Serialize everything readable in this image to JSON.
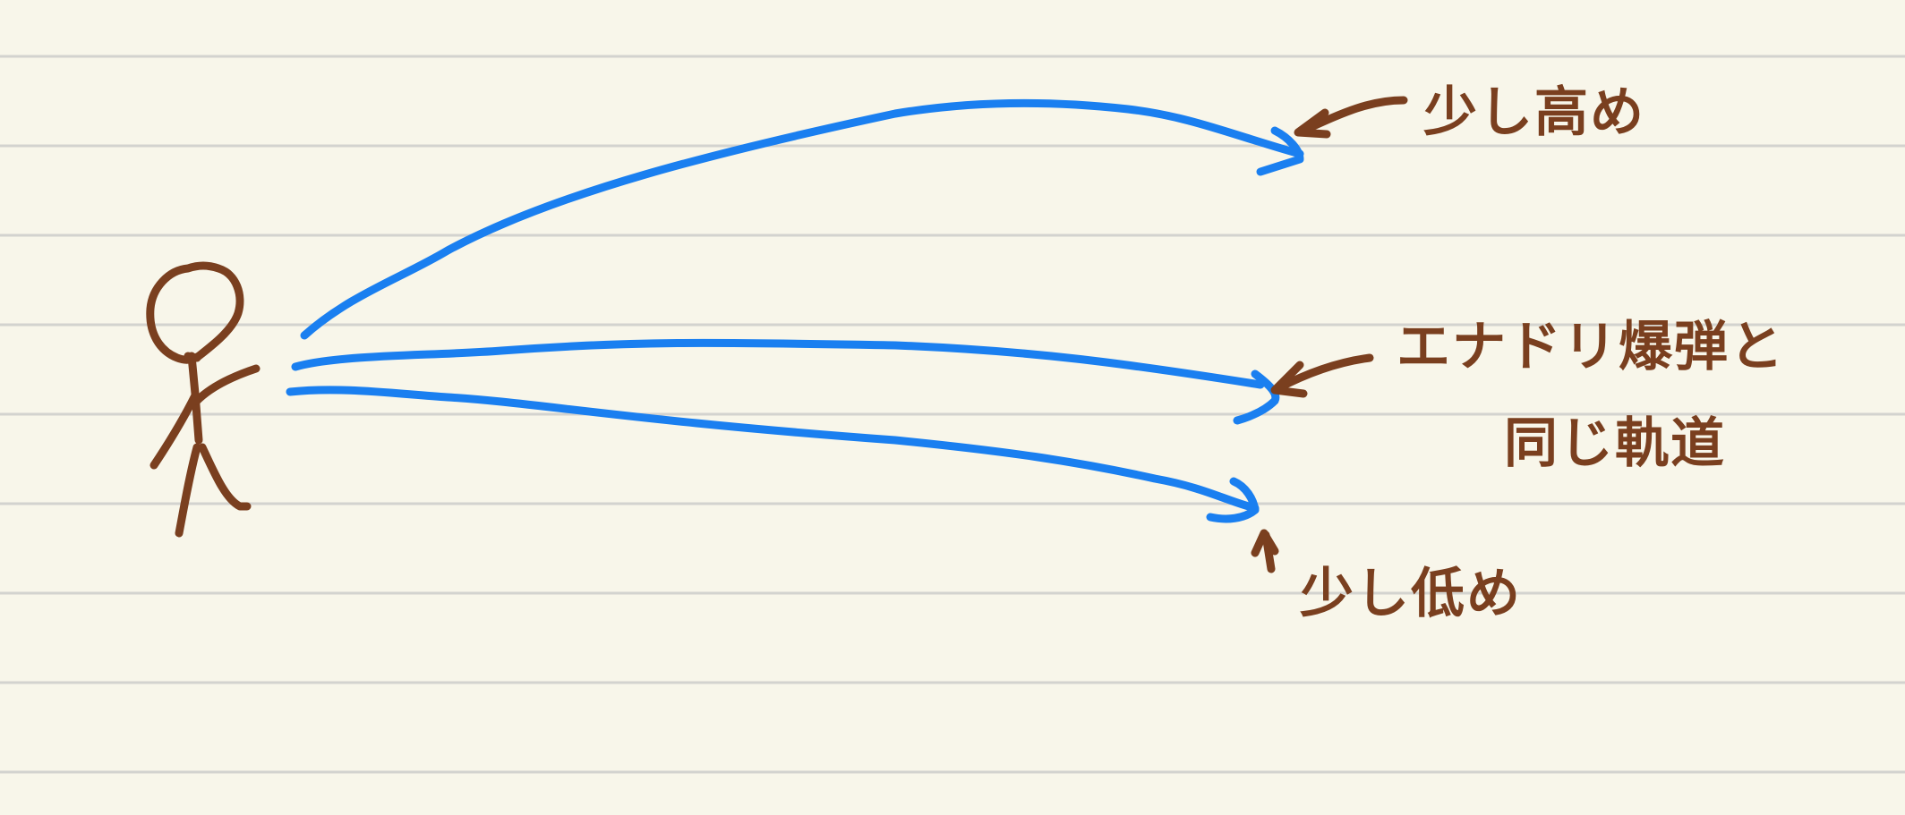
{
  "colors": {
    "paper": "#f8f6ea",
    "ruled_line": "#d3d3cf",
    "ink_brown": "#7a3f1f",
    "trajectory_blue": "#1a7ff0"
  },
  "labels": {
    "high": "少し高め",
    "same_line1": "エナドリ爆弾と",
    "same_line2": "同じ軌道",
    "low": "少し低め"
  }
}
